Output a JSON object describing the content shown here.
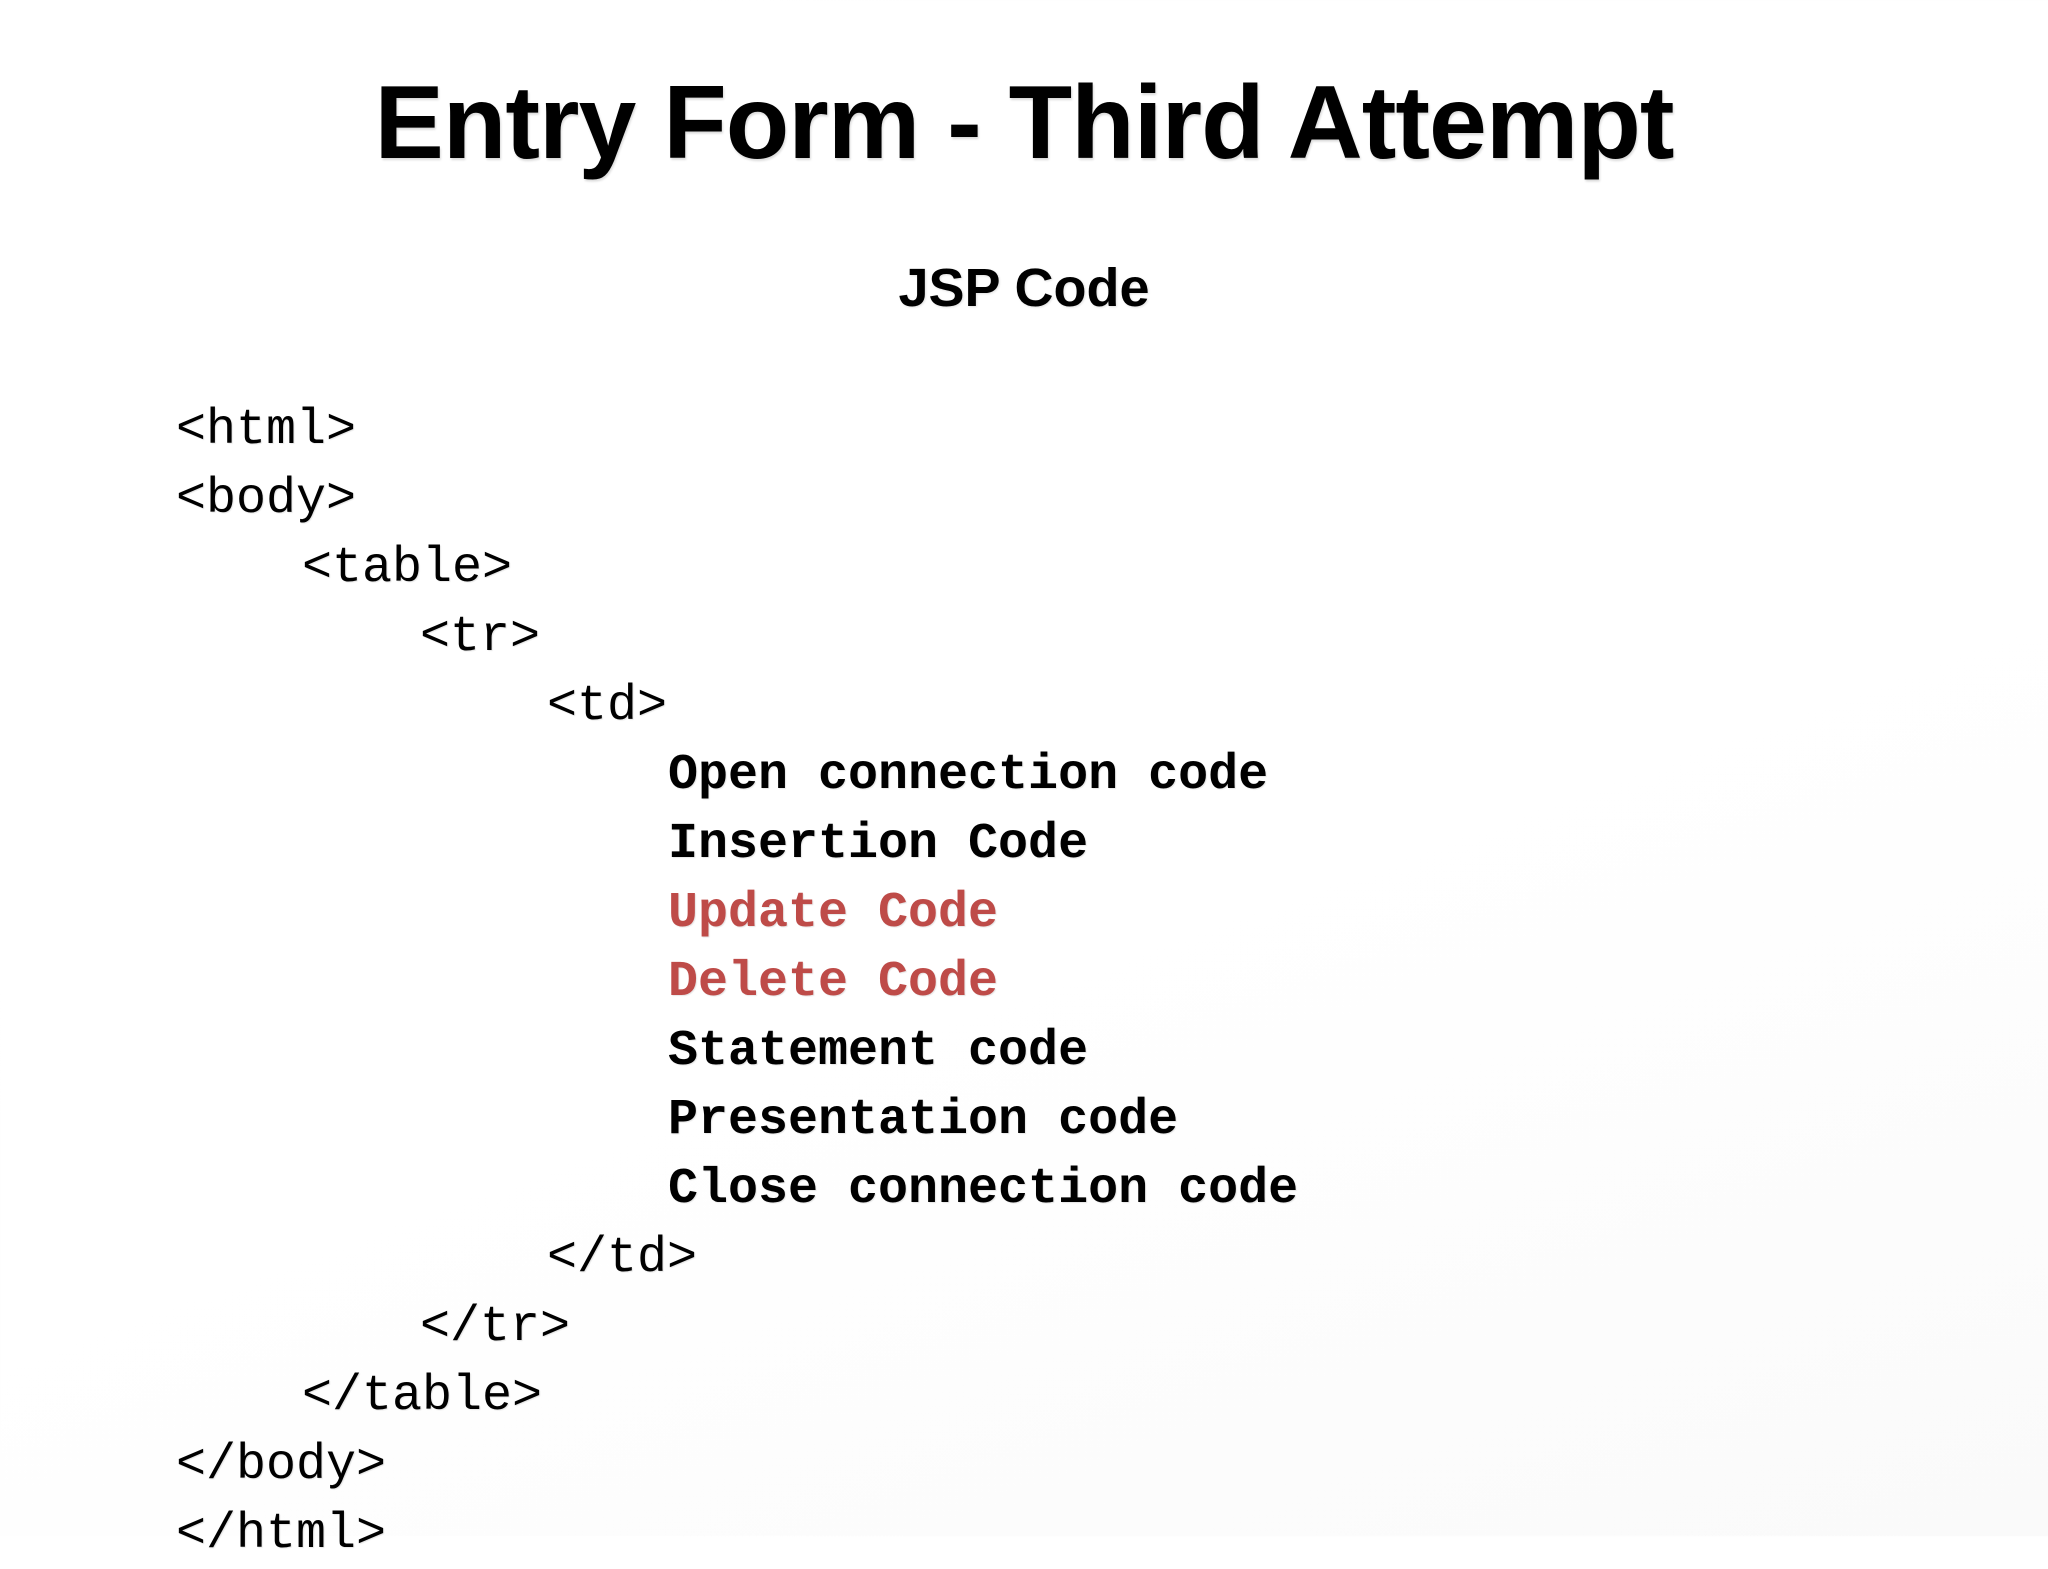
{
  "slide": {
    "title": "Entry Form - Third Attempt",
    "subtitle": "JSP Code",
    "colors": {
      "text": "#000000",
      "highlight_red": "#BE4B48",
      "background": "#FFFFFF"
    },
    "code_lines": [
      {
        "text": "<html>",
        "indent": 0,
        "style": "plain"
      },
      {
        "text": "<body>",
        "indent": 0,
        "style": "plain"
      },
      {
        "text": "<table>",
        "indent": 1,
        "style": "plain"
      },
      {
        "text": "<tr>",
        "indent": 2,
        "style": "plain"
      },
      {
        "text": "<td>",
        "indent": 3,
        "style": "plain"
      },
      {
        "text": "Open connection code",
        "indent": 4,
        "style": "bold"
      },
      {
        "text": "Insertion Code",
        "indent": 4,
        "style": "bold"
      },
      {
        "text": "Update Code",
        "indent": 4,
        "style": "bold-red"
      },
      {
        "text": "Delete Code",
        "indent": 4,
        "style": "bold-red"
      },
      {
        "text": "Statement code",
        "indent": 4,
        "style": "bold"
      },
      {
        "text": "Presentation code",
        "indent": 4,
        "style": "bold"
      },
      {
        "text": "Close connection code",
        "indent": 4,
        "style": "bold"
      },
      {
        "text": "</td>",
        "indent": 3,
        "style": "plain"
      },
      {
        "text": "</tr>",
        "indent": 2,
        "style": "plain"
      },
      {
        "text": "</table>",
        "indent": 1,
        "style": "plain"
      },
      {
        "text": "</body>",
        "indent": 0,
        "style": "plain"
      },
      {
        "text": "</html>",
        "indent": 0,
        "style": "plain"
      }
    ]
  }
}
